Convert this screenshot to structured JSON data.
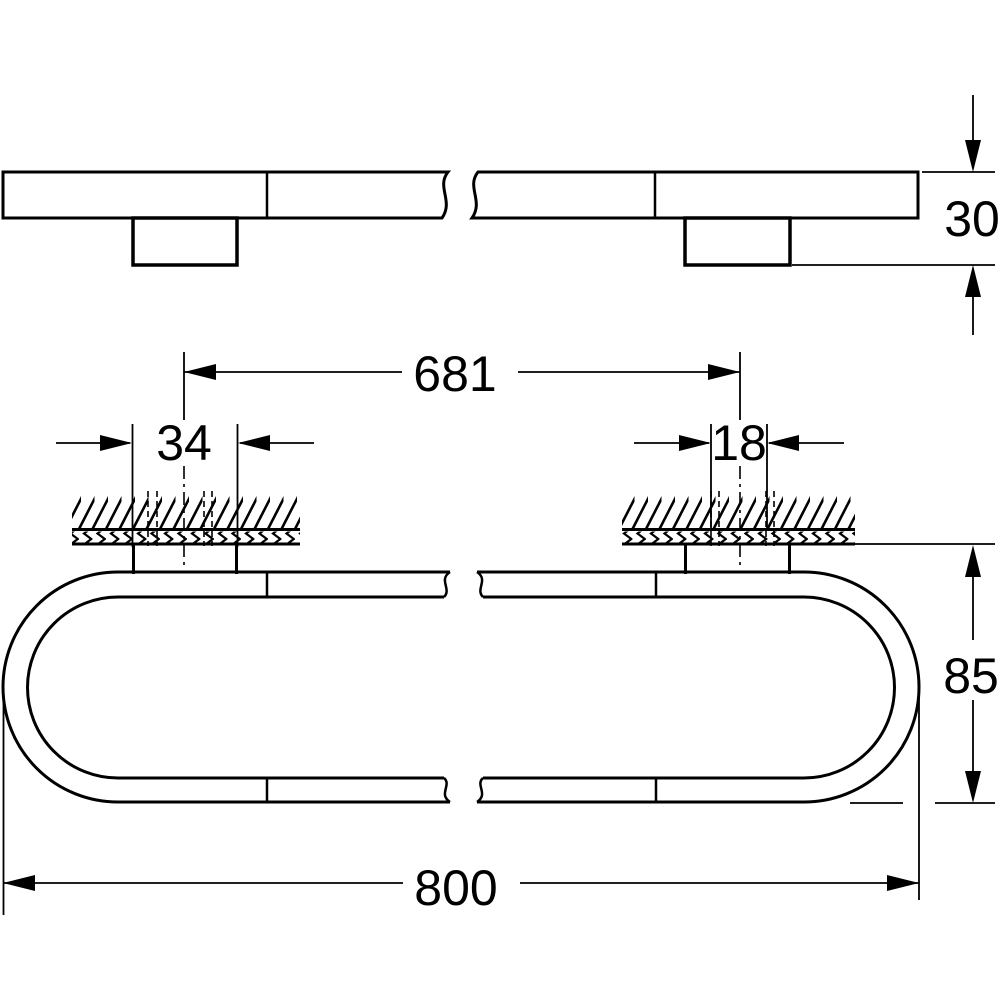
{
  "dims": {
    "depth": {
      "label": "30"
    },
    "center_distance": {
      "label": "681"
    },
    "left_plate": {
      "label": "34"
    },
    "right_plate": {
      "label": "18"
    },
    "height": {
      "label": "85"
    },
    "length": {
      "label": "800"
    }
  },
  "colors": {
    "line": "#000000",
    "background": "#ffffff"
  }
}
